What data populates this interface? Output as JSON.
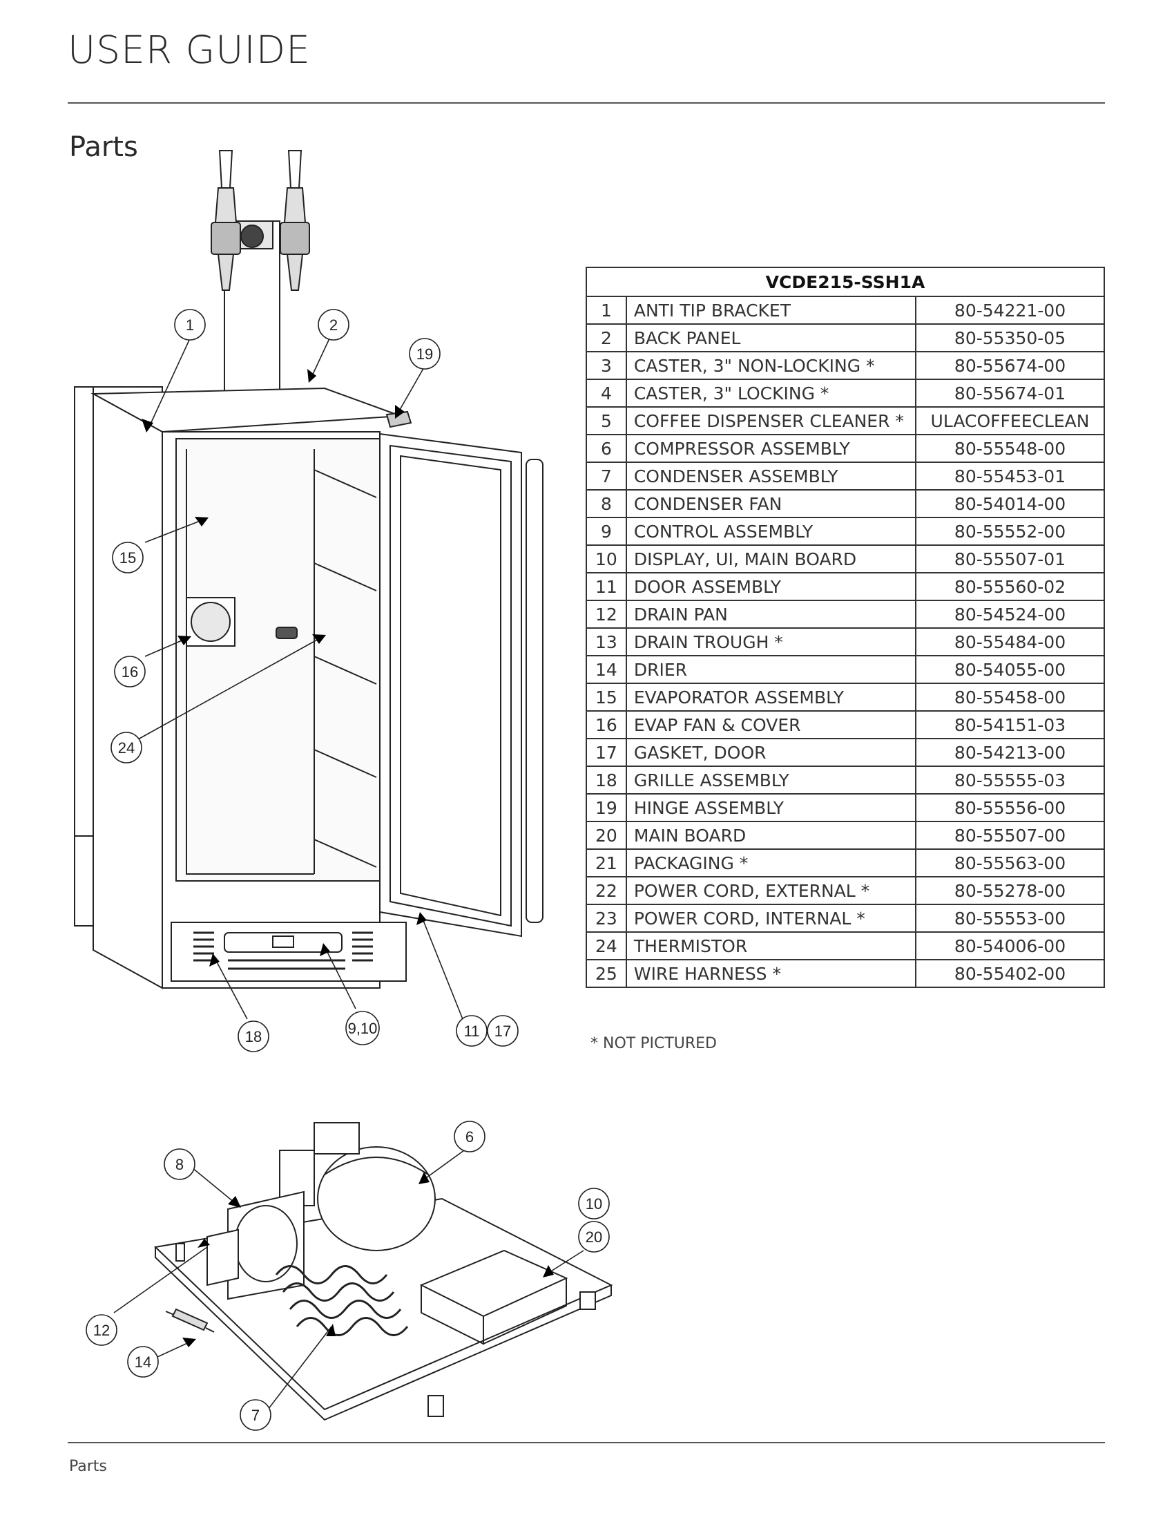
{
  "header": {
    "title": "USER GUIDE"
  },
  "section": {
    "title": "Parts"
  },
  "footer": {
    "text": "Parts"
  },
  "table": {
    "model": "VCDE215-SSH1A",
    "rows": [
      {
        "num": "1",
        "desc": "ANTI TIP BRACKET",
        "part": "80-54221-00"
      },
      {
        "num": "2",
        "desc": "BACK PANEL",
        "part": "80-55350-05"
      },
      {
        "num": "3",
        "desc": "CASTER, 3\" NON-LOCKING *",
        "part": "80-55674-00"
      },
      {
        "num": "4",
        "desc": "CASTER, 3\" LOCKING *",
        "part": "80-55674-01"
      },
      {
        "num": "5",
        "desc": "COFFEE DISPENSER CLEANER *",
        "part": "ULACOFFEECLEAN"
      },
      {
        "num": "6",
        "desc": "COMPRESSOR ASSEMBLY",
        "part": "80-55548-00"
      },
      {
        "num": "7",
        "desc": "CONDENSER ASSEMBLY",
        "part": "80-55453-01"
      },
      {
        "num": "8",
        "desc": "CONDENSER FAN",
        "part": "80-54014-00"
      },
      {
        "num": "9",
        "desc": "CONTROL ASSEMBLY",
        "part": "80-55552-00"
      },
      {
        "num": "10",
        "desc": "DISPLAY, UI, MAIN BOARD",
        "part": "80-55507-01"
      },
      {
        "num": "11",
        "desc": "DOOR ASSEMBLY",
        "part": "80-55560-02"
      },
      {
        "num": "12",
        "desc": "DRAIN PAN",
        "part": "80-54524-00"
      },
      {
        "num": "13",
        "desc": "DRAIN TROUGH *",
        "part": "80-55484-00"
      },
      {
        "num": "14",
        "desc": "DRIER",
        "part": "80-54055-00"
      },
      {
        "num": "15",
        "desc": "EVAPORATOR ASSEMBLY",
        "part": "80-55458-00"
      },
      {
        "num": "16",
        "desc": "EVAP FAN & COVER",
        "part": "80-54151-03"
      },
      {
        "num": "17",
        "desc": "GASKET, DOOR",
        "part": "80-54213-00"
      },
      {
        "num": "18",
        "desc": "GRILLE ASSEMBLY",
        "part": "80-55555-03"
      },
      {
        "num": "19",
        "desc": "HINGE ASSEMBLY",
        "part": "80-55556-00"
      },
      {
        "num": "20",
        "desc": "MAIN BOARD",
        "part": "80-55507-00"
      },
      {
        "num": "21",
        "desc": "PACKAGING *",
        "part": "80-55563-00"
      },
      {
        "num": "22",
        "desc": "POWER CORD, EXTERNAL *",
        "part": "80-55278-00"
      },
      {
        "num": "23",
        "desc": "POWER CORD, INTERNAL *",
        "part": "80-55553-00"
      },
      {
        "num": "24",
        "desc": "THERMISTOR",
        "part": "80-54006-00"
      },
      {
        "num": "25",
        "desc": "WIRE HARNESS *",
        "part": "80-55402-00"
      }
    ],
    "footnote": "* NOT PICTURED"
  },
  "callouts": {
    "c1": "1",
    "c2": "2",
    "c19": "19",
    "c15": "15",
    "c16": "16",
    "c24": "24",
    "c18": "18",
    "c9_10": "9,10",
    "c11": "11",
    "c17": "17",
    "c6": "6",
    "c8": "8",
    "c10": "10",
    "c20": "20",
    "c12": "12",
    "c14": "14",
    "c7": "7"
  }
}
